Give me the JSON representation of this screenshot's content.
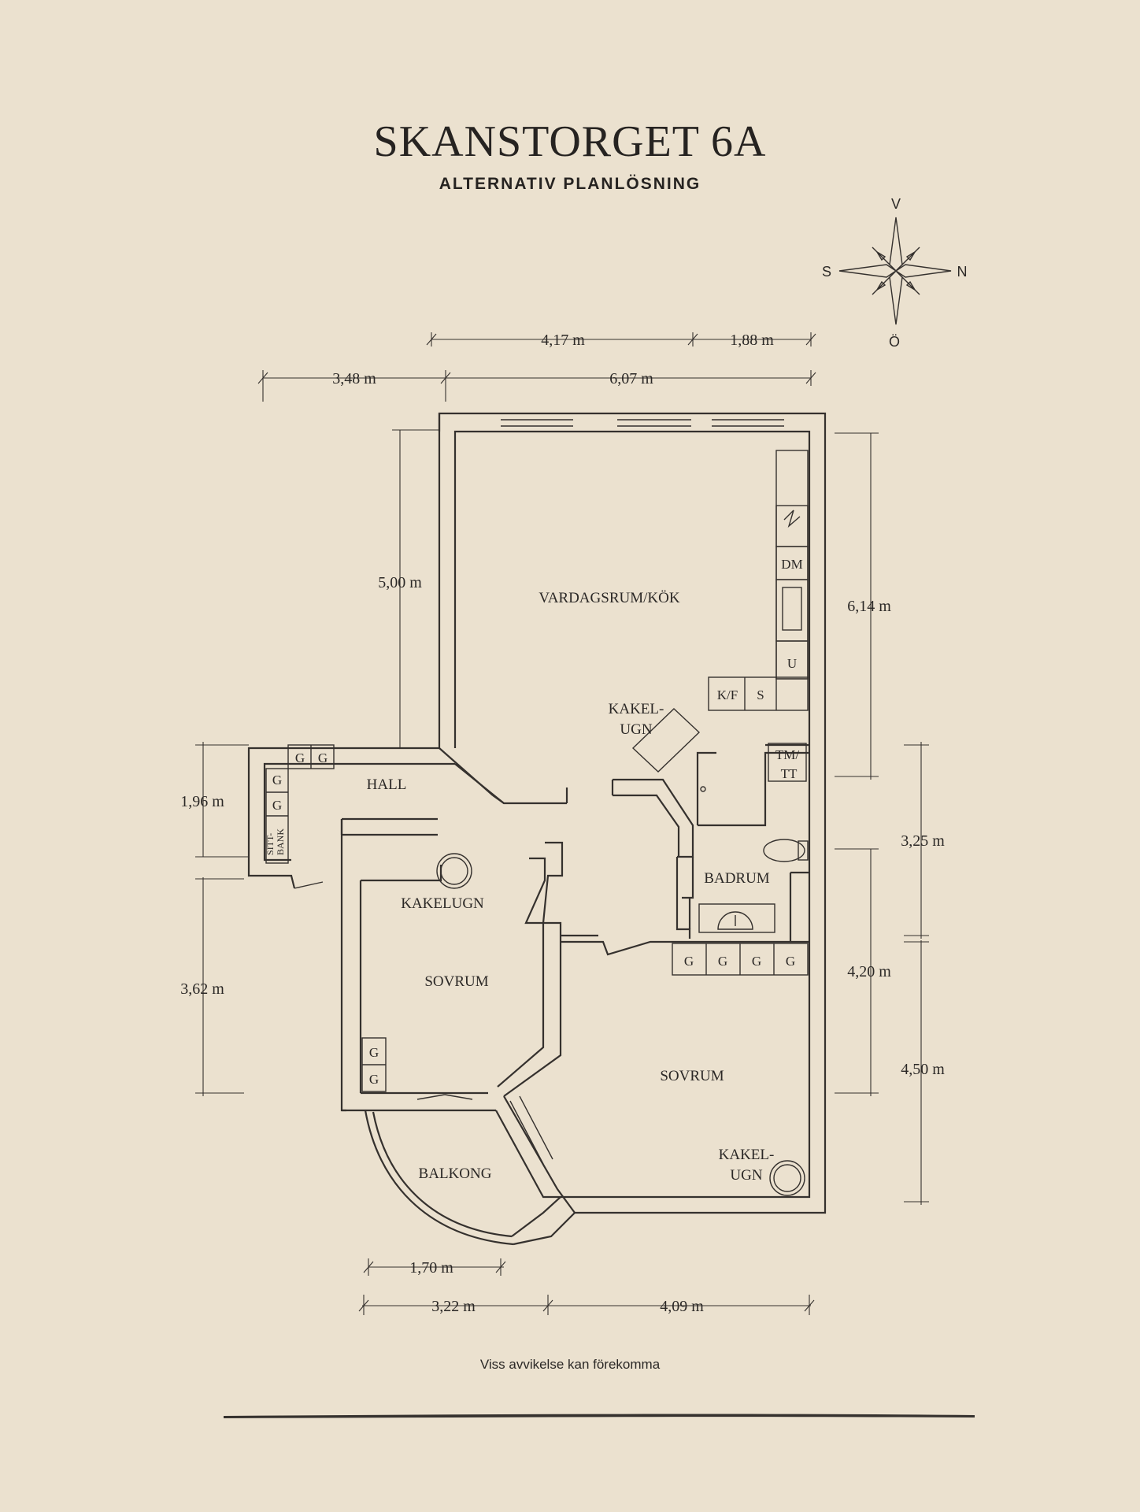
{
  "title": "SKANSTORGET 6A",
  "subtitle": "ALTERNATIV PLANLÖSNING",
  "disclaimer": "Viss avvikelse kan förekomma",
  "compass": {
    "north": "N",
    "south": "S",
    "west": "V",
    "east": "Ö"
  },
  "rooms": {
    "living_kitchen": "VARDAGSRUM/KÖK",
    "hall": "HALL",
    "bathroom": "BADRUM",
    "bedroom_left": "SOVRUM",
    "bedroom_right": "SOVRUM",
    "balcony": "BALKONG",
    "tile_stove_1": "KAKEL-",
    "tile_stove_1b": "UGN",
    "tile_stove_2": "KAKELUGN",
    "tile_stove_3": "KAKEL-",
    "tile_stove_3b": "UGN"
  },
  "fixtures": {
    "wardrobe": "G",
    "bench_1": "SITT-",
    "bench_2": "BANK",
    "dishwasher": "DM",
    "oven": "U",
    "fridge_freezer": "K/F",
    "freezer": "S",
    "washer_1": "TM/",
    "washer_2": "TT"
  },
  "dimensions": {
    "top_4_17": "4,17 m",
    "top_1_88": "1,88 m",
    "top_3_48": "3,48 m",
    "top_6_07": "6,07 m",
    "left_5_00": "5,00 m",
    "left_1_96": "1,96 m",
    "left_3_62": "3,62 m",
    "right_6_14": "6,14 m",
    "right_3_25": "3,25 m",
    "right_4_20": "4,20 m",
    "right_4_50": "4,50 m",
    "bottom_1_70": "1,70 m",
    "bottom_3_22": "3,22 m",
    "bottom_4_09": "4,09 m"
  }
}
